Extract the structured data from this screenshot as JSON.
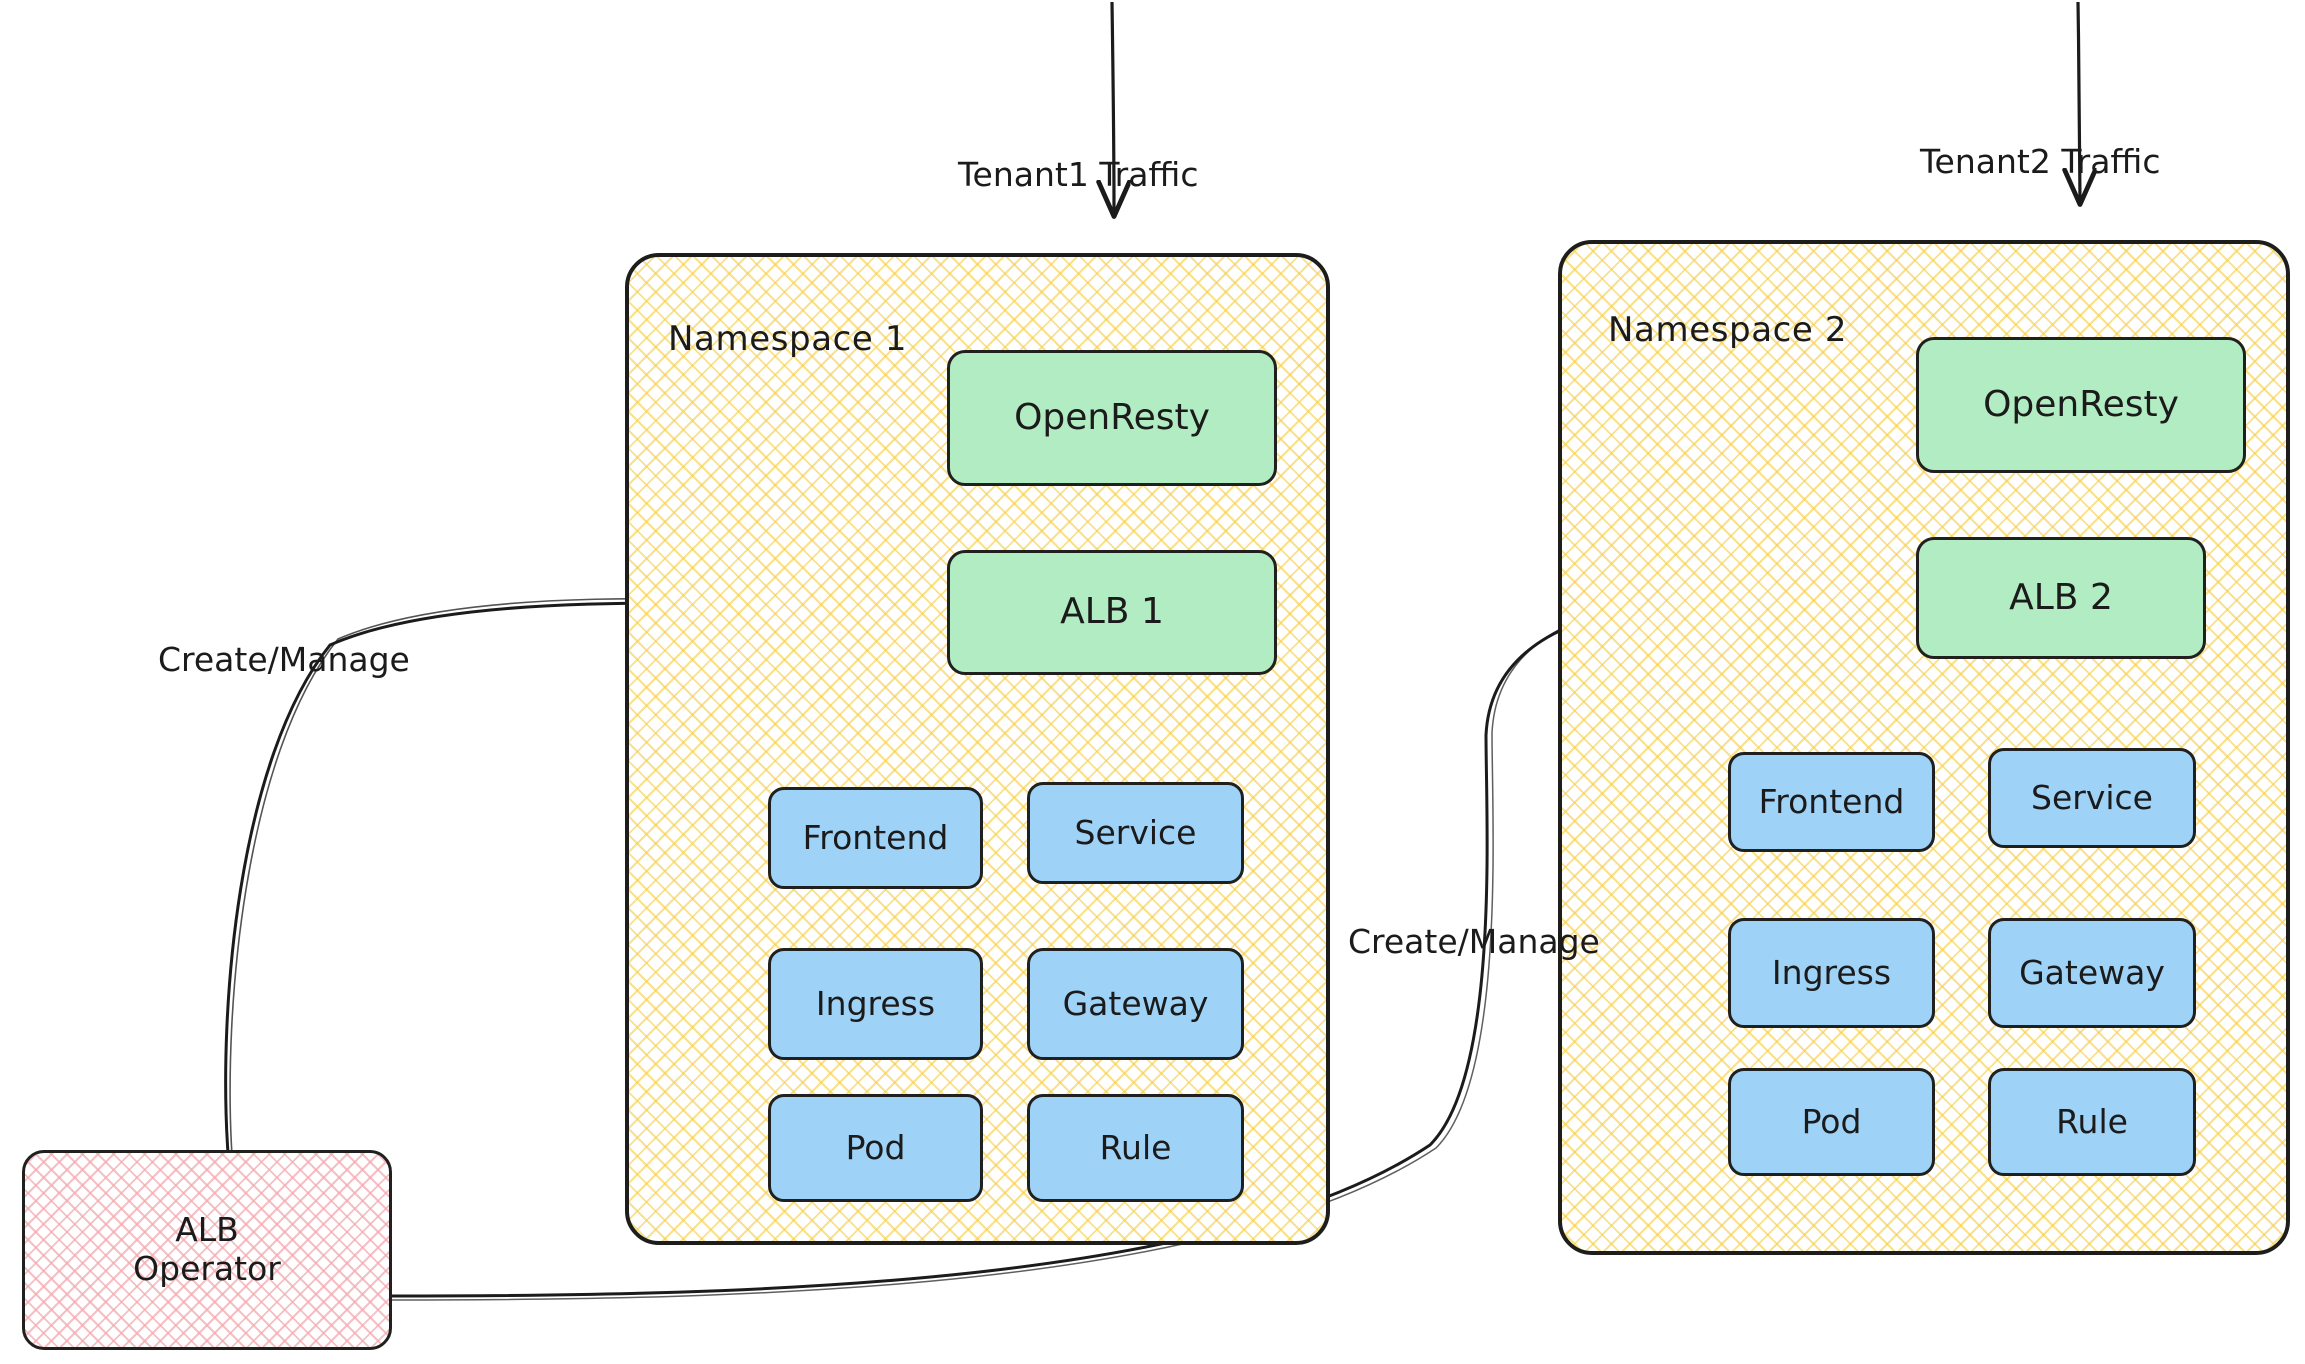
{
  "diagram": {
    "title": "ALB Operator multi-tenant namespace architecture",
    "background": "#ffffff",
    "colors": {
      "namespace_fill": "#f7ce46",
      "service_green": "#b2ecc2",
      "resource_blue": "#9fd2f7",
      "operator_pink": "#f3aab0",
      "stroke": "#1d1d1b"
    }
  },
  "traffic": {
    "tenant1_label": "Tenant1 Traffic",
    "tenant2_label": "Tenant2 Traffic"
  },
  "namespaces": [
    {
      "label": "Namespace 1",
      "gateway": "OpenResty",
      "alb": "ALB 1",
      "resources": [
        {
          "label": "Frontend"
        },
        {
          "label": "Service"
        },
        {
          "label": "Ingress"
        },
        {
          "label": "Gateway"
        },
        {
          "label": "Pod"
        },
        {
          "label": "Rule"
        }
      ]
    },
    {
      "label": "Namespace 2",
      "gateway": "OpenResty",
      "alb": "ALB 2",
      "resources": [
        {
          "label": "Frontend"
        },
        {
          "label": "Service"
        },
        {
          "label": "Ingress"
        },
        {
          "label": "Gateway"
        },
        {
          "label": "Pod"
        },
        {
          "label": "Rule"
        }
      ]
    }
  ],
  "operator": {
    "line1": "ALB",
    "line2": "Operator"
  },
  "edges": {
    "create_manage_1": "Create/Manage",
    "create_manage_2": "Create/Manage"
  }
}
